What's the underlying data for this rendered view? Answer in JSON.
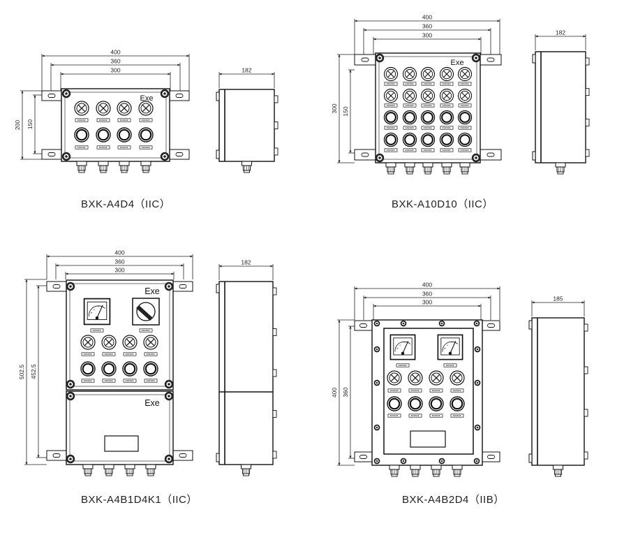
{
  "drawings": [
    {
      "id": "a4d4",
      "caption": "BXK-A4D4（IIC）",
      "marking": "Exe",
      "widths": [
        "400",
        "360",
        "300"
      ],
      "heights": [
        "200",
        "150"
      ],
      "depth": "182",
      "indicator_lamps": 4,
      "buttons": 4
    },
    {
      "id": "a10d10",
      "caption": "BXK-A10D10（IIC）",
      "marking": "Exe",
      "widths": [
        "400",
        "360",
        "300"
      ],
      "heights": [
        "300",
        "150"
      ],
      "depth": "182",
      "indicator_lamps": 10,
      "buttons": 10
    },
    {
      "id": "a4b1d4k1",
      "caption": "BXK-A4B1D4K1（IIC）",
      "marking_upper": "Exe",
      "marking_lower": "Exe",
      "widths": [
        "400",
        "360",
        "300"
      ],
      "heights": [
        "502.5",
        "452.5"
      ],
      "depth": "182",
      "indicator_lamps": 4,
      "buttons": 4,
      "meters": 1,
      "switches": 1
    },
    {
      "id": "a4b2d4",
      "caption": "BXK-A4B2D4（IIB）",
      "widths": [
        "400",
        "360",
        "300"
      ],
      "heights": [
        "400",
        "360"
      ],
      "depth": "185",
      "indicator_lamps": 4,
      "buttons": 4,
      "meters": 2
    }
  ]
}
